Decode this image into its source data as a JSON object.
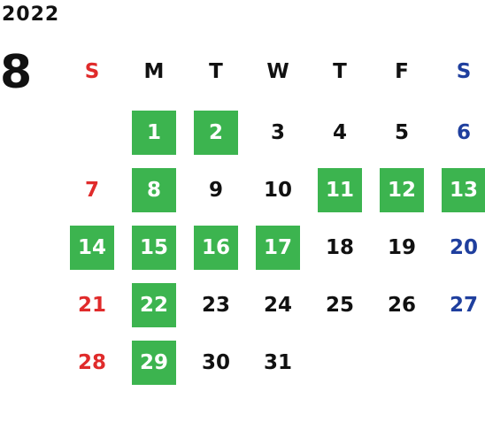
{
  "calendar": {
    "year": "2022",
    "month": "8",
    "weekdays": [
      "S",
      "M",
      "T",
      "W",
      "T",
      "F",
      "S"
    ],
    "colors": {
      "sunday": "#e02b2b",
      "saturday": "#1f3f9e",
      "weekday": "#111111",
      "highlight_bg": "#3cb44f",
      "highlight_text": "#ffffff"
    },
    "first_weekday_index": 1,
    "days_in_month": 31,
    "highlighted_days": [
      1,
      2,
      8,
      11,
      12,
      13,
      14,
      15,
      16,
      17,
      22,
      29
    ]
  }
}
